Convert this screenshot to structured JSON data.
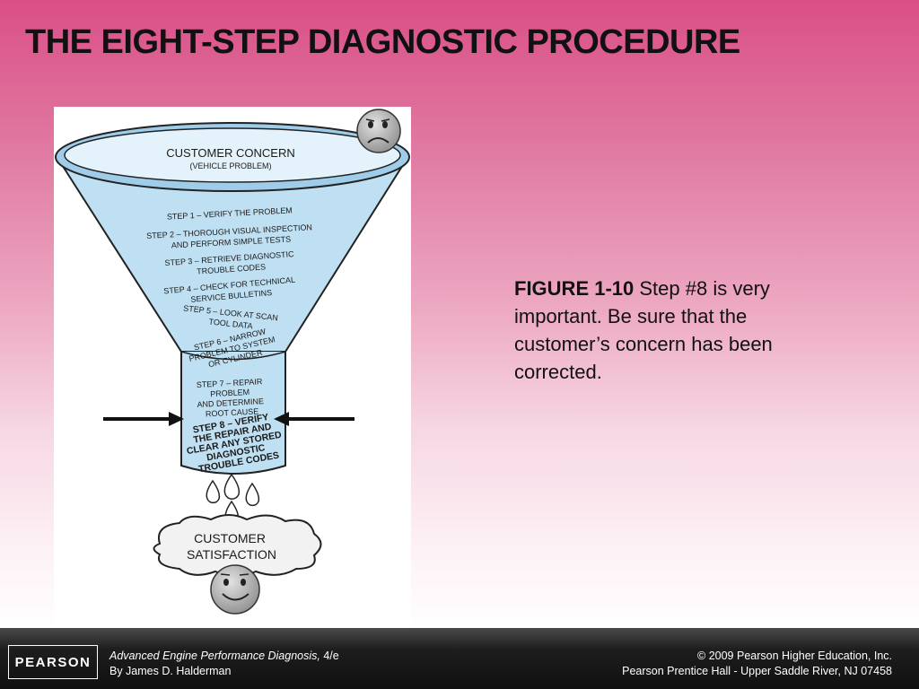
{
  "slide": {
    "title": "THE EIGHT-STEP DIAGNOSTIC PROCEDURE"
  },
  "diagram": {
    "top_label": "CUSTOMER CONCERN",
    "top_sublabel": "(VEHICLE PROBLEM)",
    "steps": [
      {
        "id": "step1",
        "lines": [
          "STEP 1 – VERIFY THE PROBLEM"
        ]
      },
      {
        "id": "step2",
        "lines": [
          "STEP 2 – THOROUGH VISUAL INSPECTION",
          "AND PERFORM SIMPLE TESTS"
        ]
      },
      {
        "id": "step3",
        "lines": [
          "STEP 3 – RETRIEVE DIAGNOSTIC",
          "TROUBLE CODES"
        ]
      },
      {
        "id": "step4",
        "lines": [
          "STEP 4 – CHECK FOR TECHNICAL",
          "SERVICE BULLETINS"
        ]
      },
      {
        "id": "step5",
        "lines": [
          "STEP 5 – LOOK AT SCAN",
          "TOOL DATA"
        ]
      },
      {
        "id": "step6",
        "lines": [
          "STEP 6 – NARROW",
          "PROBLEM TO SYSTEM",
          "OR CYLINDER"
        ]
      },
      {
        "id": "step7",
        "lines": [
          "STEP 7 – REPAIR",
          "PROBLEM",
          "AND DETERMINE",
          "ROOT CAUSE"
        ]
      },
      {
        "id": "step8",
        "lines": [
          "STEP 8 – VERIFY",
          "THE REPAIR AND",
          "CLEAR ANY STORED",
          "DIAGNOSTIC",
          "TROUBLE CODES"
        ]
      }
    ],
    "bottom_label_lines": [
      "CUSTOMER",
      "SATISFACTION"
    ]
  },
  "caption": {
    "figure_label": "FIGURE 1-10",
    "text": " Step #8 is very important. Be sure that the customer’s concern has been corrected."
  },
  "footer": {
    "logo_text": "PEARSON",
    "book_title": "Advanced Engine Performance Diagnosis,",
    "edition": " 4/e",
    "author": "By James D. Halderman",
    "copyright": "© 2009 Pearson Higher Education, Inc.",
    "publisher": "Pearson Prentice Hall - Upper Saddle River, NJ 07458"
  },
  "colors": {
    "funnel_fill": "#bfe0f3",
    "funnel_stroke": "#222222",
    "face_fill": "#a8a8a8"
  },
  "icons": [
    "sad-face-icon",
    "happy-face-icon",
    "drop-icon",
    "arrow-right-icon",
    "arrow-left-icon"
  ]
}
